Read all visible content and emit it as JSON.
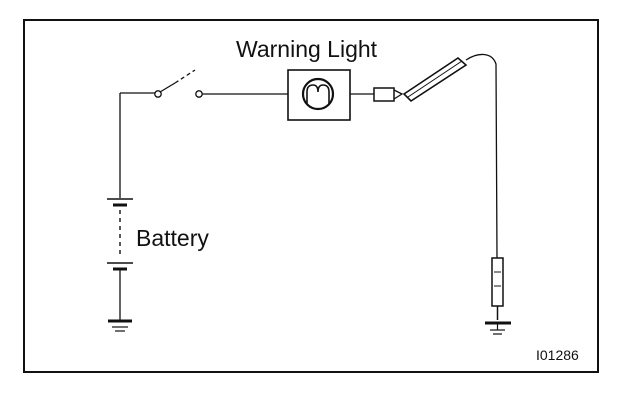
{
  "diagram": {
    "labels": {
      "warning_light": "Warning Light",
      "battery": "Battery",
      "figure_code": "I01286"
    },
    "components": [
      "switch",
      "warning-light",
      "connector",
      "test-probe",
      "battery",
      "ground",
      "probe-tip"
    ],
    "colors": {
      "ink": "#111111",
      "background": "#ffffff"
    }
  }
}
